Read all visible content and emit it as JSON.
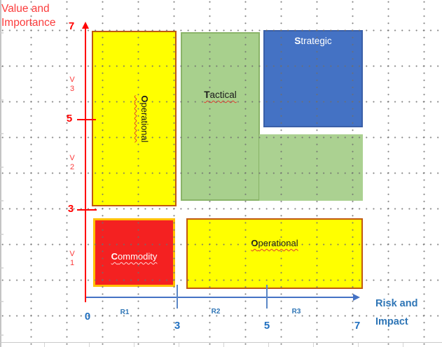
{
  "diagram": {
    "type": "zone-quadrant-matrix",
    "y_axis": {
      "title_line1": "Value and",
      "title_line2": "Importance",
      "ticks": [
        "7",
        "5",
        "3"
      ],
      "bands": [
        {
          "line1": "V",
          "line2": "3"
        },
        {
          "line1": "V",
          "line2": "2"
        },
        {
          "line1": "V",
          "line2": "1"
        }
      ],
      "color": "#ff0000"
    },
    "x_axis": {
      "title_line1": "Risk and",
      "title_line2": "Impact",
      "ticks": [
        "0",
        "3",
        "5",
        "7"
      ],
      "bands": [
        "R1",
        "R2",
        "R3"
      ],
      "color": "#4472c4"
    },
    "zones": [
      {
        "id": "operational-left",
        "label": "Operational",
        "fill": "#ffff00",
        "border": "#c0590f",
        "x_range": [
          0.2,
          2.5
        ],
        "y_range": [
          3.0,
          7.0
        ]
      },
      {
        "id": "tactical",
        "label": "Tactical",
        "fill": "#a8d08d",
        "border": "#8ab469",
        "x_range": [
          2.6,
          4.8
        ],
        "y_range": [
          3.1,
          6.9
        ],
        "extension_x_range": [
          4.8,
          7.0
        ],
        "extension_y_range": [
          3.1,
          4.6
        ]
      },
      {
        "id": "strategic",
        "label": "Strategic",
        "fill": "#4472c4",
        "border": "#3a5fa8",
        "x_range": [
          5.0,
          7.0
        ],
        "y_range": [
          5.1,
          7.0
        ]
      },
      {
        "id": "commodity",
        "label": "Commodity",
        "fill": "#f42121",
        "border": "#ffc000",
        "x_range": [
          0.2,
          2.4
        ],
        "y_range": [
          0.3,
          2.7
        ]
      },
      {
        "id": "operational-bottom",
        "label": "Operational",
        "fill": "#ffff00",
        "border": "#c0590f",
        "x_range": [
          2.8,
          7.0
        ],
        "y_range": [
          0.3,
          2.7
        ]
      }
    ]
  }
}
